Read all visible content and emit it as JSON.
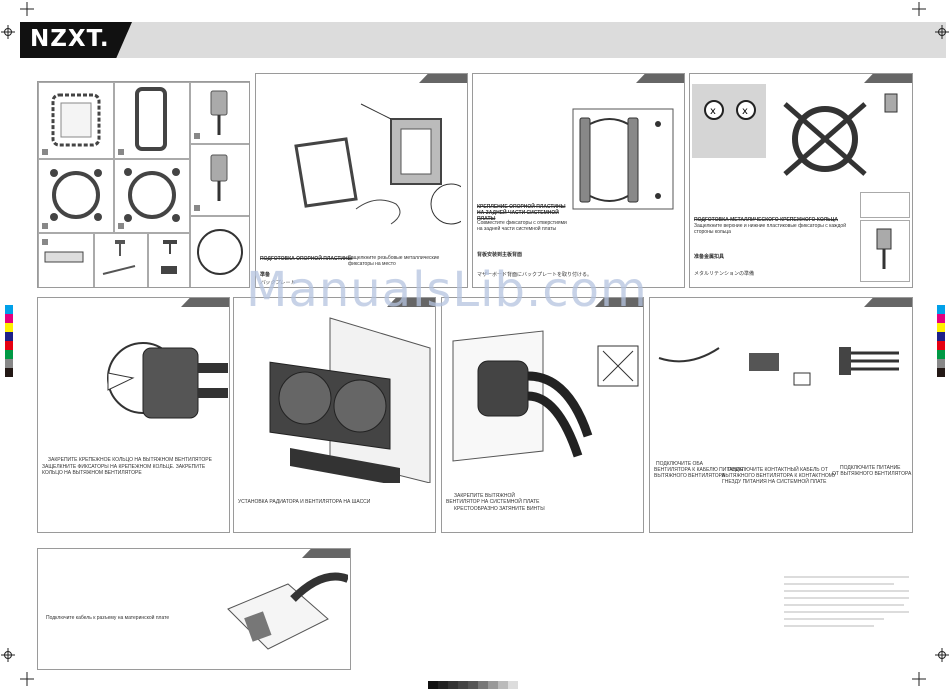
{
  "header": {
    "logo": "NZXT."
  },
  "watermark": "ManualsLib.com",
  "panels": {
    "p2": {
      "title": "ПОДГОТОВКА ОПОРНОЙ ПЛАСТИНЫ",
      "desc": "Защелкните резьбовые металлические фиксаторы на место",
      "jp1": "準备",
      "jp2": "バックプレート"
    },
    "p3": {
      "title": "КРЕПЛЕНИЕ ОПОРНОЙ ПЛАСТИНЫ НА ЗАДНЕЙ ЧАСТИ СИСТЕМНОЙ ПЛАТЫ",
      "desc": "Совместите фиксаторы с отверстиями на задней части системной платы",
      "cn": "背板安装到主板背面",
      "jp": "マザーボード背面にバックプレートを取り付ける。"
    },
    "p4": {
      "title": "ПОДГОТОВКА МЕТАЛЛИЧЕСКОГО КРЕПЕЖНОГО КОЛЬЦА",
      "desc": "Защелкните верхние и нижние пластиковые фиксаторы с каждой стороны кольца",
      "cn": "准备金属扣具",
      "jp": "メタルリテンションの準備"
    },
    "p5": {
      "line1": "ЗАКРЕПИТЕ КРЕПЕЖНОЕ КОЛЬЦО НА ВЫТЯЖНОМ ВЕНТИЛЯТОРЕ",
      "line2": "ЗАЩЕЛКНИТЕ ФИКСАТОРЫ НА КРЕПЕЖНОМ КОЛЬЦЕ. ЗАКРЕПИТЕ КОЛЬЦО НА ВЫТЯЖНОМ ВЕНТИЛЯТОРЕ"
    },
    "p6": {
      "caption": "УСТАНОВКА РАДИАТОРА И ВЕНТИЛЯТОРА НА ШАССИ"
    },
    "p7": {
      "line1": "ЗАКРЕПИТЕ ВЫТЯЖНОЙ",
      "line2": "ВЕНТИЛЯТОР НА СИСТЕМНОЙ ПЛАТЕ",
      "line3": "КРЕСТООБРАЗНО ЗАТЯНИТЕ ВИНТЫ"
    },
    "p8": {
      "c1a": "ПОДКЛЮЧИТЕ ОБА",
      "c1b": "ВЕНТИЛЯТОРА К КАБЕЛЮ ПИТАНИЯ",
      "c1c": "ВЫТЯЖНОГО ВЕНТИЛЯТОРА",
      "c2a": "ПОДКЛЮЧИТЕ     КОНТАКТНЫЙ КАБЕЛЬ ОТ",
      "c2b": "ВЫТЯЖНОГО ВЕНТИЛЯТОРА К     КОНТАКТНОМУ",
      "c2c": "ГНЕЗДУ ПИТАНИЯ НА СИСТЕМНОЙ ПЛАТЕ",
      "c3a": "ПОДКЛЮЧИТЕ ПИТАНИЕ",
      "c3b": "ОТ ВЫТЯЖНОГО ВЕНТИЛЯТОРА"
    },
    "p9": {
      "caption": "Подключите          кабель к          разъему на материнской плате"
    }
  },
  "colors": {
    "header_bar": "#dcdcdc",
    "logo_bg": "#111111",
    "panel_border": "#9a9a9a",
    "tab": "#666666",
    "watermark": "#b5c4e0",
    "swatches": [
      "#00a0e9",
      "#e4007f",
      "#fff100",
      "#1d2088",
      "#e60012",
      "#009944",
      "#888888",
      "#231815"
    ]
  }
}
